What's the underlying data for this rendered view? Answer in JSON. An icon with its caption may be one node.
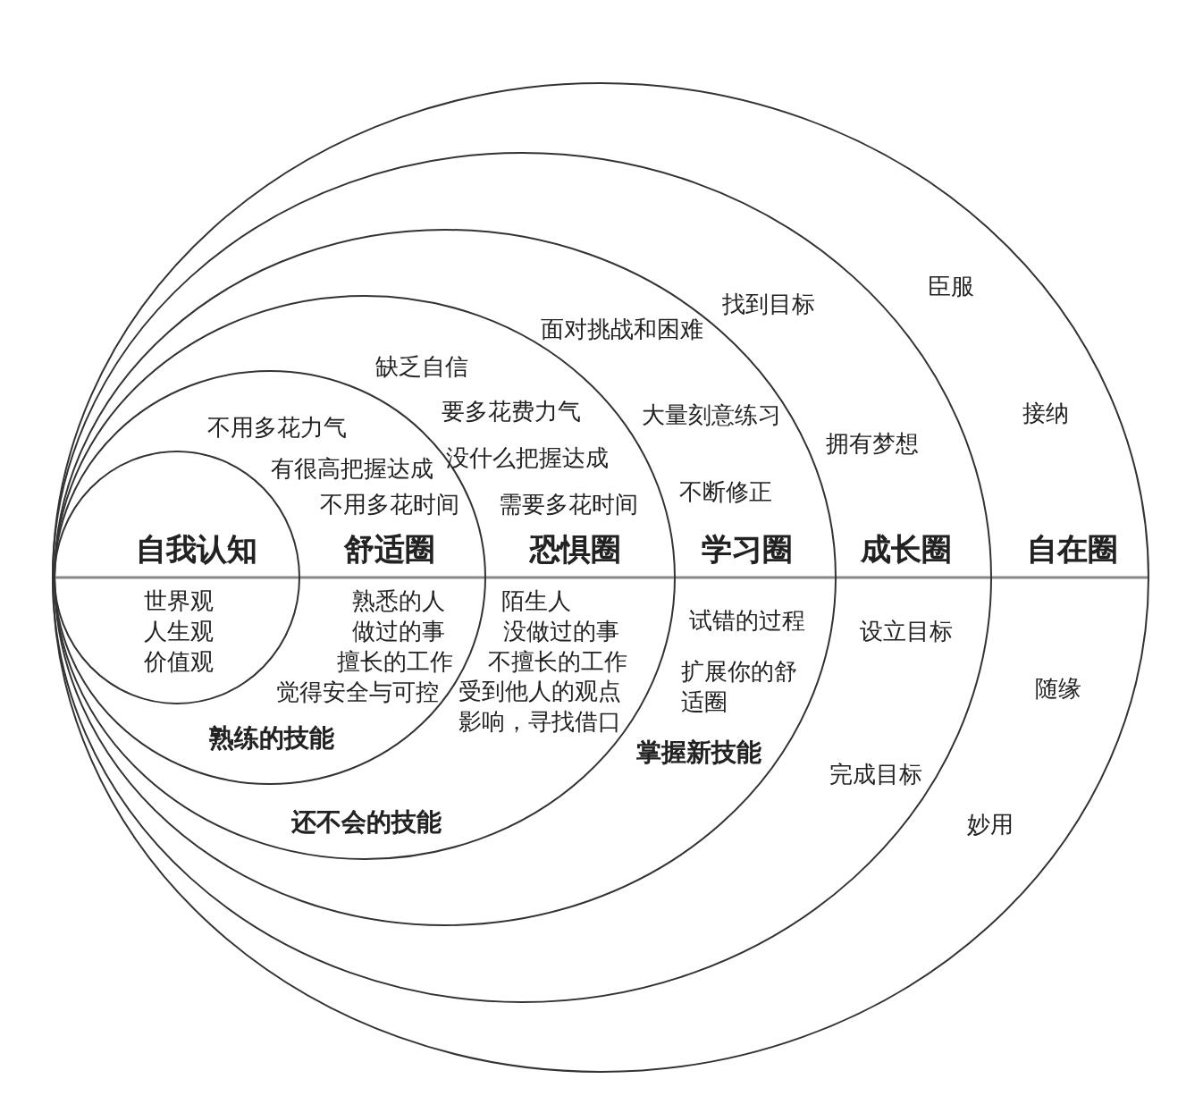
{
  "diagram": {
    "nodes": [
      {
        "text": [
          "自在圈",
          "臣服",
          "接纳",
          "随缘",
          "妙用"
        ]
      },
      {
        "text": [
          "成长圈",
          "找到目标",
          "拥有梦想",
          "设立目标",
          "完成目标"
        ],
        "in": 0
      },
      {
        "text": [
          "学习圈",
          "面对挑战和困难",
          "大量刻意练习",
          "不断修正",
          "试错的过程",
          "扩展你的舒适圈",
          "掌握新技能"
        ],
        "in": 1
      },
      {
        "text": [
          "恐惧圈",
          "缺乏自信",
          "要多花费力气",
          "没什么把握达成",
          "需要多花时间",
          "陌生人",
          "没做过的事",
          "不擅长的工作",
          "受到他人的观点影响，寻找借口",
          "还不会的技能"
        ],
        "in": 2
      },
      {
        "text": [
          "舒适圈",
          "不用多花力气",
          "有很高把握达成",
          "不用多花时间",
          "熟悉的人",
          "做过的事",
          "擅长的工作",
          "觉得安全与可控",
          "熟练的技能"
        ],
        "in": 3
      },
      {
        "text": [
          "自我认知",
          "世界观",
          "人生观",
          "价值观"
        ],
        "in": 4
      }
    ]
  }
}
